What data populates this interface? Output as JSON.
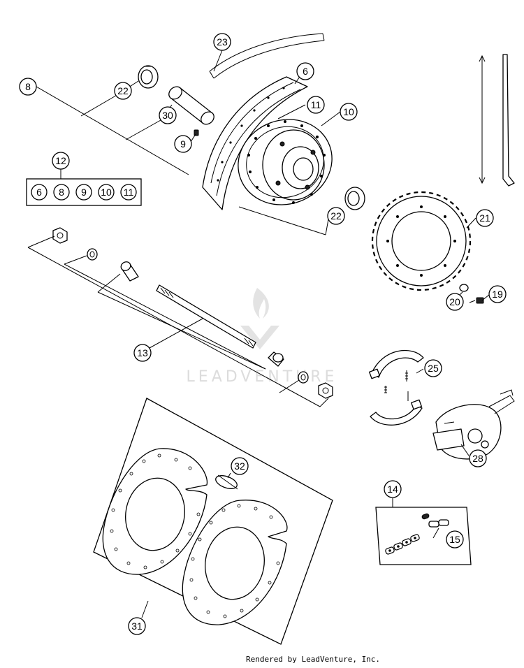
{
  "callouts": {
    "c23": "23",
    "c6": "6",
    "c8": "8",
    "c22a": "22",
    "c11": "11",
    "c30": "30",
    "c10": "10",
    "c9": "9",
    "c12": "12",
    "c22b": "22",
    "c21": "21",
    "c20": "20",
    "c19": "19",
    "c13": "13",
    "c25": "25",
    "c28": "28",
    "c32": "32",
    "c14": "14",
    "c15": "15",
    "c31": "31"
  },
  "kit12": {
    "items": [
      "6",
      "8",
      "9",
      "10",
      "11"
    ]
  },
  "watermark": "LEADVENTURE",
  "footer": "Rendered by LeadVenture, Inc."
}
